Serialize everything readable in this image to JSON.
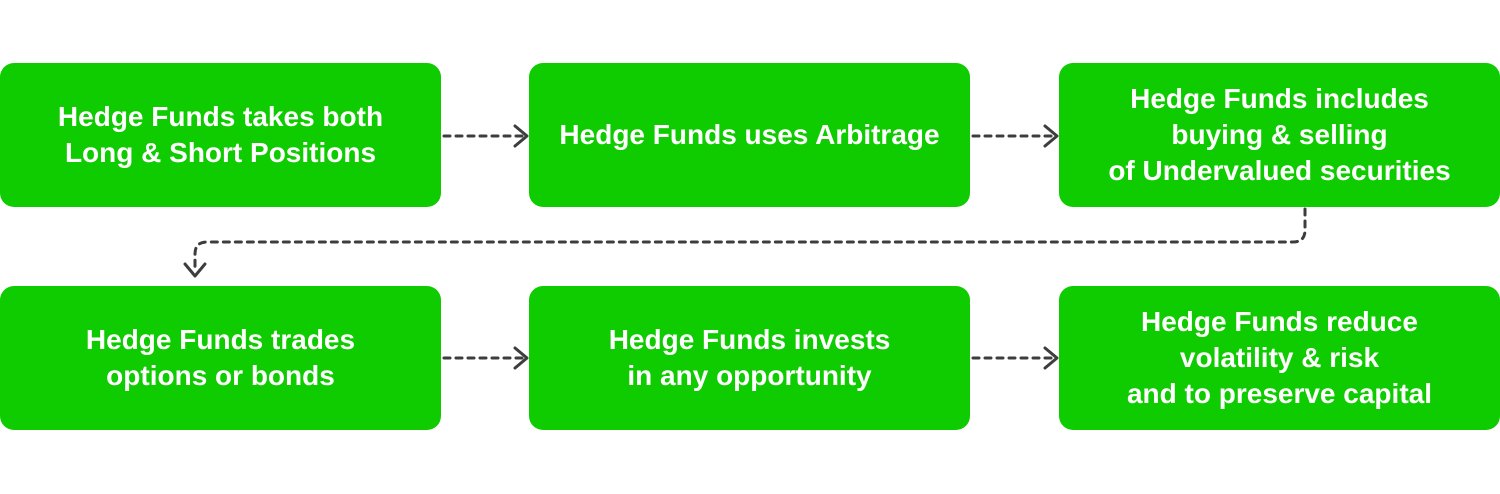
{
  "colors": {
    "box_fill": "#0fcc00",
    "box_text": "#ffffff",
    "connector": "#3d3d3d",
    "background": "#ffffff"
  },
  "steps": [
    {
      "text": "Hedge Funds takes both\nLong & Short Positions"
    },
    {
      "text": "Hedge Funds uses Arbitrage"
    },
    {
      "text": "Hedge Funds includes\nbuying & selling\nof Undervalued securities"
    },
    {
      "text": "Hedge Funds trades\noptions or bonds"
    },
    {
      "text": "Hedge Funds invests\nin any opportunity"
    },
    {
      "text": "Hedge Funds reduce\nvolatility & risk\nand to preserve capital"
    }
  ],
  "connectors": [
    {
      "from": 1,
      "to": 2,
      "style": "dashed-arrow"
    },
    {
      "from": 2,
      "to": 3,
      "style": "dashed-arrow"
    },
    {
      "from": 3,
      "to": 4,
      "style": "dashed-arrow"
    },
    {
      "from": 4,
      "to": 5,
      "style": "dashed-arrow"
    },
    {
      "from": 5,
      "to": 6,
      "style": "dashed-arrow"
    }
  ]
}
